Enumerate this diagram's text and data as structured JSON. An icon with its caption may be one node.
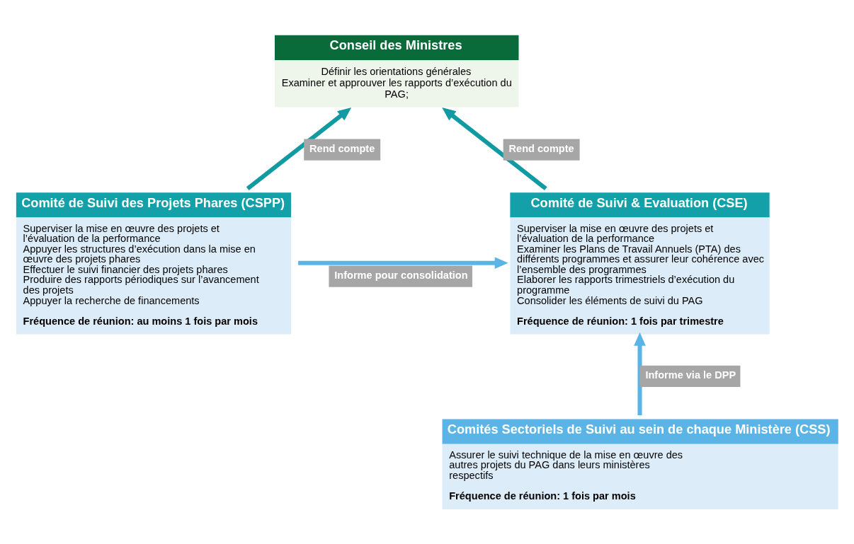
{
  "diagram": {
    "nodes": [
      {
        "text": [
          "Conseil des Ministres",
          "Définir les orientations générales",
          "Examiner et approuver les rapports d’exécution du PAG;"
        ]
      },
      {
        "text": [
          "Comité de Suivi des Projets Phares (CSPP)",
          "Superviser la mise en œuvre des projets et l’évaluation de la performance",
          "Appuyer les structures d’exécution dans la mise en œuvre des projets phares",
          "Effectuer le suivi financier des projets phares",
          "Produire des rapports périodiques sur l’avancement des projets",
          "Appuyer la recherche de financements",
          "Fréquence de réunion: au moins 1 fois par mois"
        ]
      },
      {
        "text": [
          "Comité de Suivi & Evaluation (CSE)",
          "Superviser la mise en œuvre des projets et l’évaluation de la performance",
          "Examiner les Plans de Travail Annuels (PTA) des différents programmes et assurer leur cohérence avec l’ensemble des programmes",
          "Elaborer les rapports trimestriels d’exécution du programme",
          "Consolider les éléments de suivi du PAG",
          "Fréquence de réunion: 1 fois par trimestre"
        ]
      },
      {
        "text": [
          "Comités Sectoriels de Suivi au sein de chaque Ministère (CSS)",
          "Assurer le suivi technique de la mise en œuvre des autres projets du PAG dans leurs ministères respectifs",
          "Fréquence de réunion: 1 fois par mois"
        ]
      }
    ],
    "edges": [
      {
        "from": 1,
        "to": 0,
        "arrow": "to",
        "label": "Rend compte",
        "color": "#129aa3"
      },
      {
        "from": 2,
        "to": 0,
        "arrow": "to",
        "label": "Rend compte",
        "color": "#129aa3"
      },
      {
        "from": 1,
        "to": 2,
        "arrow": "to",
        "label": "Informe pour consolidation",
        "color": "#5ab4e5"
      },
      {
        "from": 3,
        "to": 2,
        "arrow": "to",
        "label": "Informe via le DPP",
        "color": "#5ab4e5"
      }
    ]
  }
}
